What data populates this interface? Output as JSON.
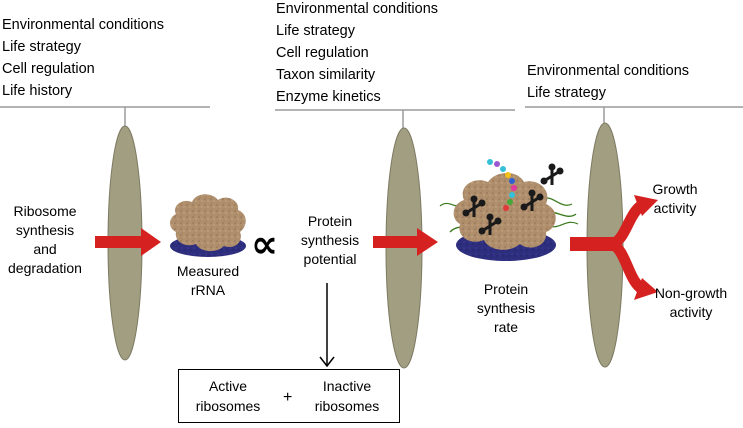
{
  "left_factors": [
    "Environmental conditions",
    "Life strategy",
    "Cell regulation",
    "Life history"
  ],
  "middle_factors": [
    "Environmental conditions",
    "Life strategy",
    "Cell regulation",
    "Taxon similarity",
    "Enzyme kinetics"
  ],
  "right_factors": [
    "Environmental conditions",
    "Life strategy"
  ],
  "input": {
    "line1": "Ribosome",
    "line2": "synthesis",
    "line3": "and",
    "line4": "degradation"
  },
  "measured": {
    "line1": "Measured",
    "line2": "rRNA"
  },
  "proportional_symbol": "∝",
  "potential": {
    "line1": "Protein",
    "line2": "synthesis",
    "line3": "potential"
  },
  "rate": {
    "line1": "Protein",
    "line2": "synthesis",
    "line3": "rate"
  },
  "growth": {
    "line1": "Growth",
    "line2": "activity"
  },
  "nongrowth": {
    "line1": "Non-growth",
    "line2": "activity"
  },
  "ribosomes_box": {
    "active_line1": "Active",
    "active_line2": "ribosomes",
    "plus": "+",
    "inactive_line1": "Inactive",
    "inactive_line2": "ribosomes"
  },
  "colors": {
    "filter": "#a19e82",
    "arrow": "#d62121",
    "ribosome_large": "#b08f6d",
    "ribosome_small": "#2e2e7e"
  }
}
